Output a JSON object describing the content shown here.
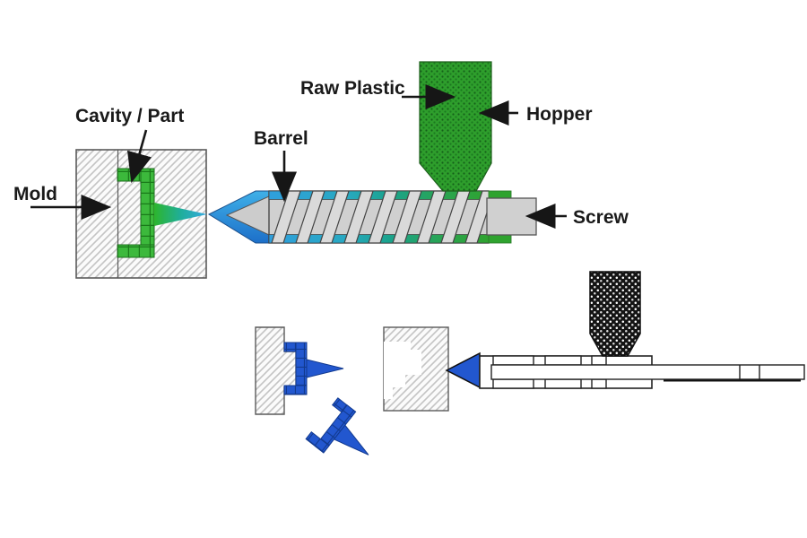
{
  "labels": {
    "raw_plastic": "Raw Plastic",
    "hopper": "Hopper",
    "barrel": "Barrel",
    "screw": "Screw",
    "mold": "Mold",
    "cavity_part": "Cavity / Part"
  },
  "colors": {
    "raw_plastic_green": "#2e9e2c",
    "raw_plastic_dot_dark": "#15611a",
    "part_green": "#3cb93c",
    "melt_blue": "#2f9fdd",
    "melt_teal": "#1aa38c",
    "melt_green": "#2fa32f",
    "nozzle_blue": "#2a8fd8",
    "cooled_part_blue": "#2257cf",
    "screw_gray": "#d0d0d0",
    "mold_hatch_line": "#c4c4c4",
    "dark_hopper": "#141414",
    "label_text": "#1a1a1a"
  }
}
